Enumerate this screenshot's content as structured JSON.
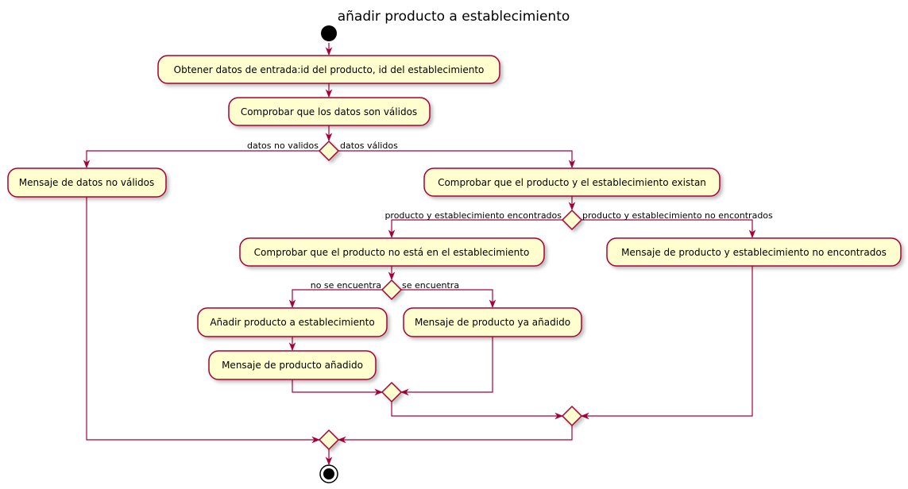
{
  "title": "añadir producto a establecimiento",
  "colors": {
    "activity_fill": "#FEFECE",
    "border": "#A80036",
    "text": "#000000",
    "start": "#000000"
  },
  "activities": {
    "obtener_datos": "Obtener datos de entrada:id del producto, id del establecimiento",
    "comprobar_datos": "Comprobar que los datos son válidos",
    "mensaje_no_validos": "Mensaje de datos no válidos",
    "comprobar_existan": "Comprobar que el producto y el establecimiento existan",
    "comprobar_no_esta": "Comprobar que el producto no está en el establecimiento",
    "mensaje_no_encontrados": "Mensaje de producto y establecimiento no encontrados",
    "anadir_producto": "Añadir producto a establecimiento",
    "mensaje_ya_anadido": "Mensaje de producto ya añadido",
    "mensaje_anadido": "Mensaje de producto añadido"
  },
  "branches": {
    "datos_no_validos": "datos no validos",
    "datos_validos": "datos válidos",
    "encontrados": "producto y establecimiento encontrados",
    "no_encontrados": "producto y establecimiento no encontrados",
    "no_se_encuentra": "no se encuentra",
    "se_encuentra": "se encuentra"
  }
}
